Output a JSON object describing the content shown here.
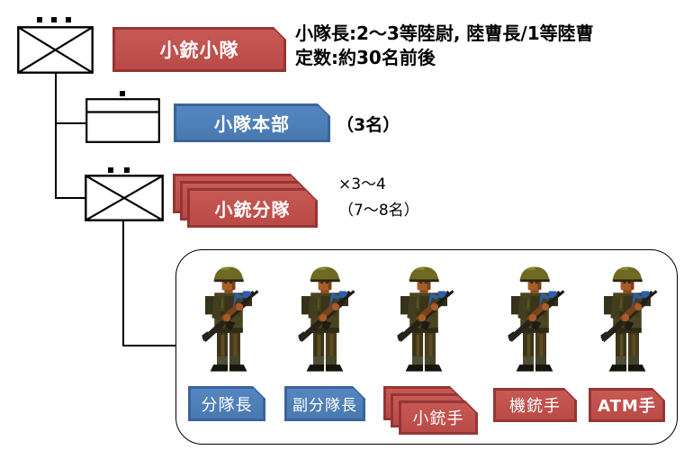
{
  "title_box": {
    "label": "小銃小隊"
  },
  "platoon_info": {
    "line1": "小隊長:2～3等陸尉, 陸曹長/1等陸曹",
    "line2": "定数:約30名前後"
  },
  "hq": {
    "label": "小隊本部",
    "note": "（3名）"
  },
  "squad": {
    "label": "小銃分隊",
    "multiplier": "×3～4",
    "note": "（7～8名）"
  },
  "members": [
    {
      "label": "分隊長",
      "style": "blue",
      "stacked": false
    },
    {
      "label": "副分隊長",
      "style": "blue",
      "stacked": false
    },
    {
      "label": "小銃手",
      "style": "red",
      "stacked": true
    },
    {
      "label": "機銃手",
      "style": "red",
      "stacked": false
    },
    {
      "label": "ATM手",
      "style": "red",
      "stacked": false
    }
  ],
  "symbols": {
    "platoon": "infantry-platoon-symbol (rect with X, 3 dots)",
    "hq": "headquarters-symbol (rect with top bar, 1 dot)",
    "squad": "infantry-squad-symbol (rect with X, 2 dots)",
    "soldier": "soldier-icon"
  },
  "colors": {
    "red_fill": "#C0504D",
    "red_border": "#943634",
    "blue_fill": "#4F81BD",
    "blue_border": "#3A649B",
    "line": "#000000",
    "background": "#FFFFFF"
  }
}
